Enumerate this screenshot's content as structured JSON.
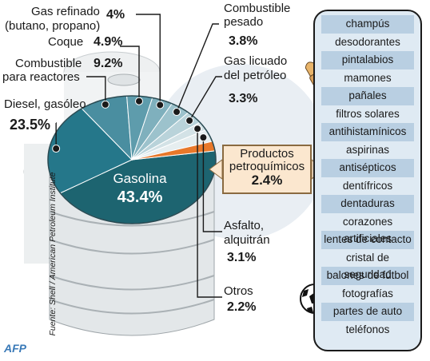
{
  "chart_data": {
    "type": "pie",
    "slices": [
      {
        "label": "Gasolina",
        "value": 43.4,
        "color": "#1d6470"
      },
      {
        "label": "Diesel, gasóleo",
        "value": 23.5,
        "color": "#25778a"
      },
      {
        "label": "Combustible para reactores",
        "value": 9.2,
        "color": "#4a8ea0"
      },
      {
        "label": "Coque",
        "value": 4.9,
        "color": "#5e9cac"
      },
      {
        "label": "Gas refinado (butano, propano)",
        "value": 4.0,
        "color": "#7fb0bd"
      },
      {
        "label": "Combustible pesado",
        "value": 3.8,
        "color": "#9cc2cc"
      },
      {
        "label": "Gas licuado del petróleo",
        "value": 3.3,
        "color": "#b9d3da"
      },
      {
        "label": "Otros",
        "value": 2.2,
        "color": "#d3e2e6"
      },
      {
        "label": "Asfalto, alquitrán",
        "value": 3.1,
        "color": "#e6eef0"
      },
      {
        "label": "Productos petroquímicos",
        "value": 2.4,
        "color": "#e8782a"
      }
    ]
  },
  "labels": {
    "gas_refinado_name": "Gas refinado",
    "gas_refinado_name2": "(butano, propano)",
    "gas_refinado_pct": "4%",
    "coque_name": "Coque",
    "coque_pct": "4.9%",
    "reactores_name": "Combustible",
    "reactores_name2": "para reactores",
    "reactores_pct": "9.2%",
    "diesel_name": "Diesel, gasóleo",
    "diesel_pct": "23.5%",
    "pesado_name": "Combustible",
    "pesado_name2": "pesado",
    "pesado_pct": "3.8%",
    "licuado_name": "Gas licuado",
    "licuado_name2": "del petróleo",
    "licuado_pct": "3.3%",
    "gasolina_name": "Gasolina",
    "gasolina_pct": "43.4%",
    "asfalto_name": "Asfalto,",
    "asfalto_name2": "alquitrán",
    "asfalto_pct": "3.1%",
    "otros_name": "Otros",
    "otros_pct": "2.2%",
    "petro_name": "Productos",
    "petro_name2": "petroquímicos",
    "petro_pct": "2.4%"
  },
  "products": [
    "champús",
    "desodorantes",
    "pintalabios",
    "mamones",
    "pañales",
    "filtros solares",
    "antihistamínicos",
    "aspirinas",
    "antisépticos",
    "dentífricos",
    "dentaduras",
    "corazones artificiales",
    "lentes de contacto",
    "cristal de seguridad",
    "balones de fútbol",
    "fotografías",
    "partes de auto",
    "teléfonos"
  ],
  "source": "Fuente: Shell / American Petroleum Institute",
  "credit": "AFP",
  "colors": {
    "accent": "#e8782a",
    "panel": "#dfeaf3",
    "panel_band": "#b9cfe2",
    "barrel": "#e4e8ea"
  }
}
